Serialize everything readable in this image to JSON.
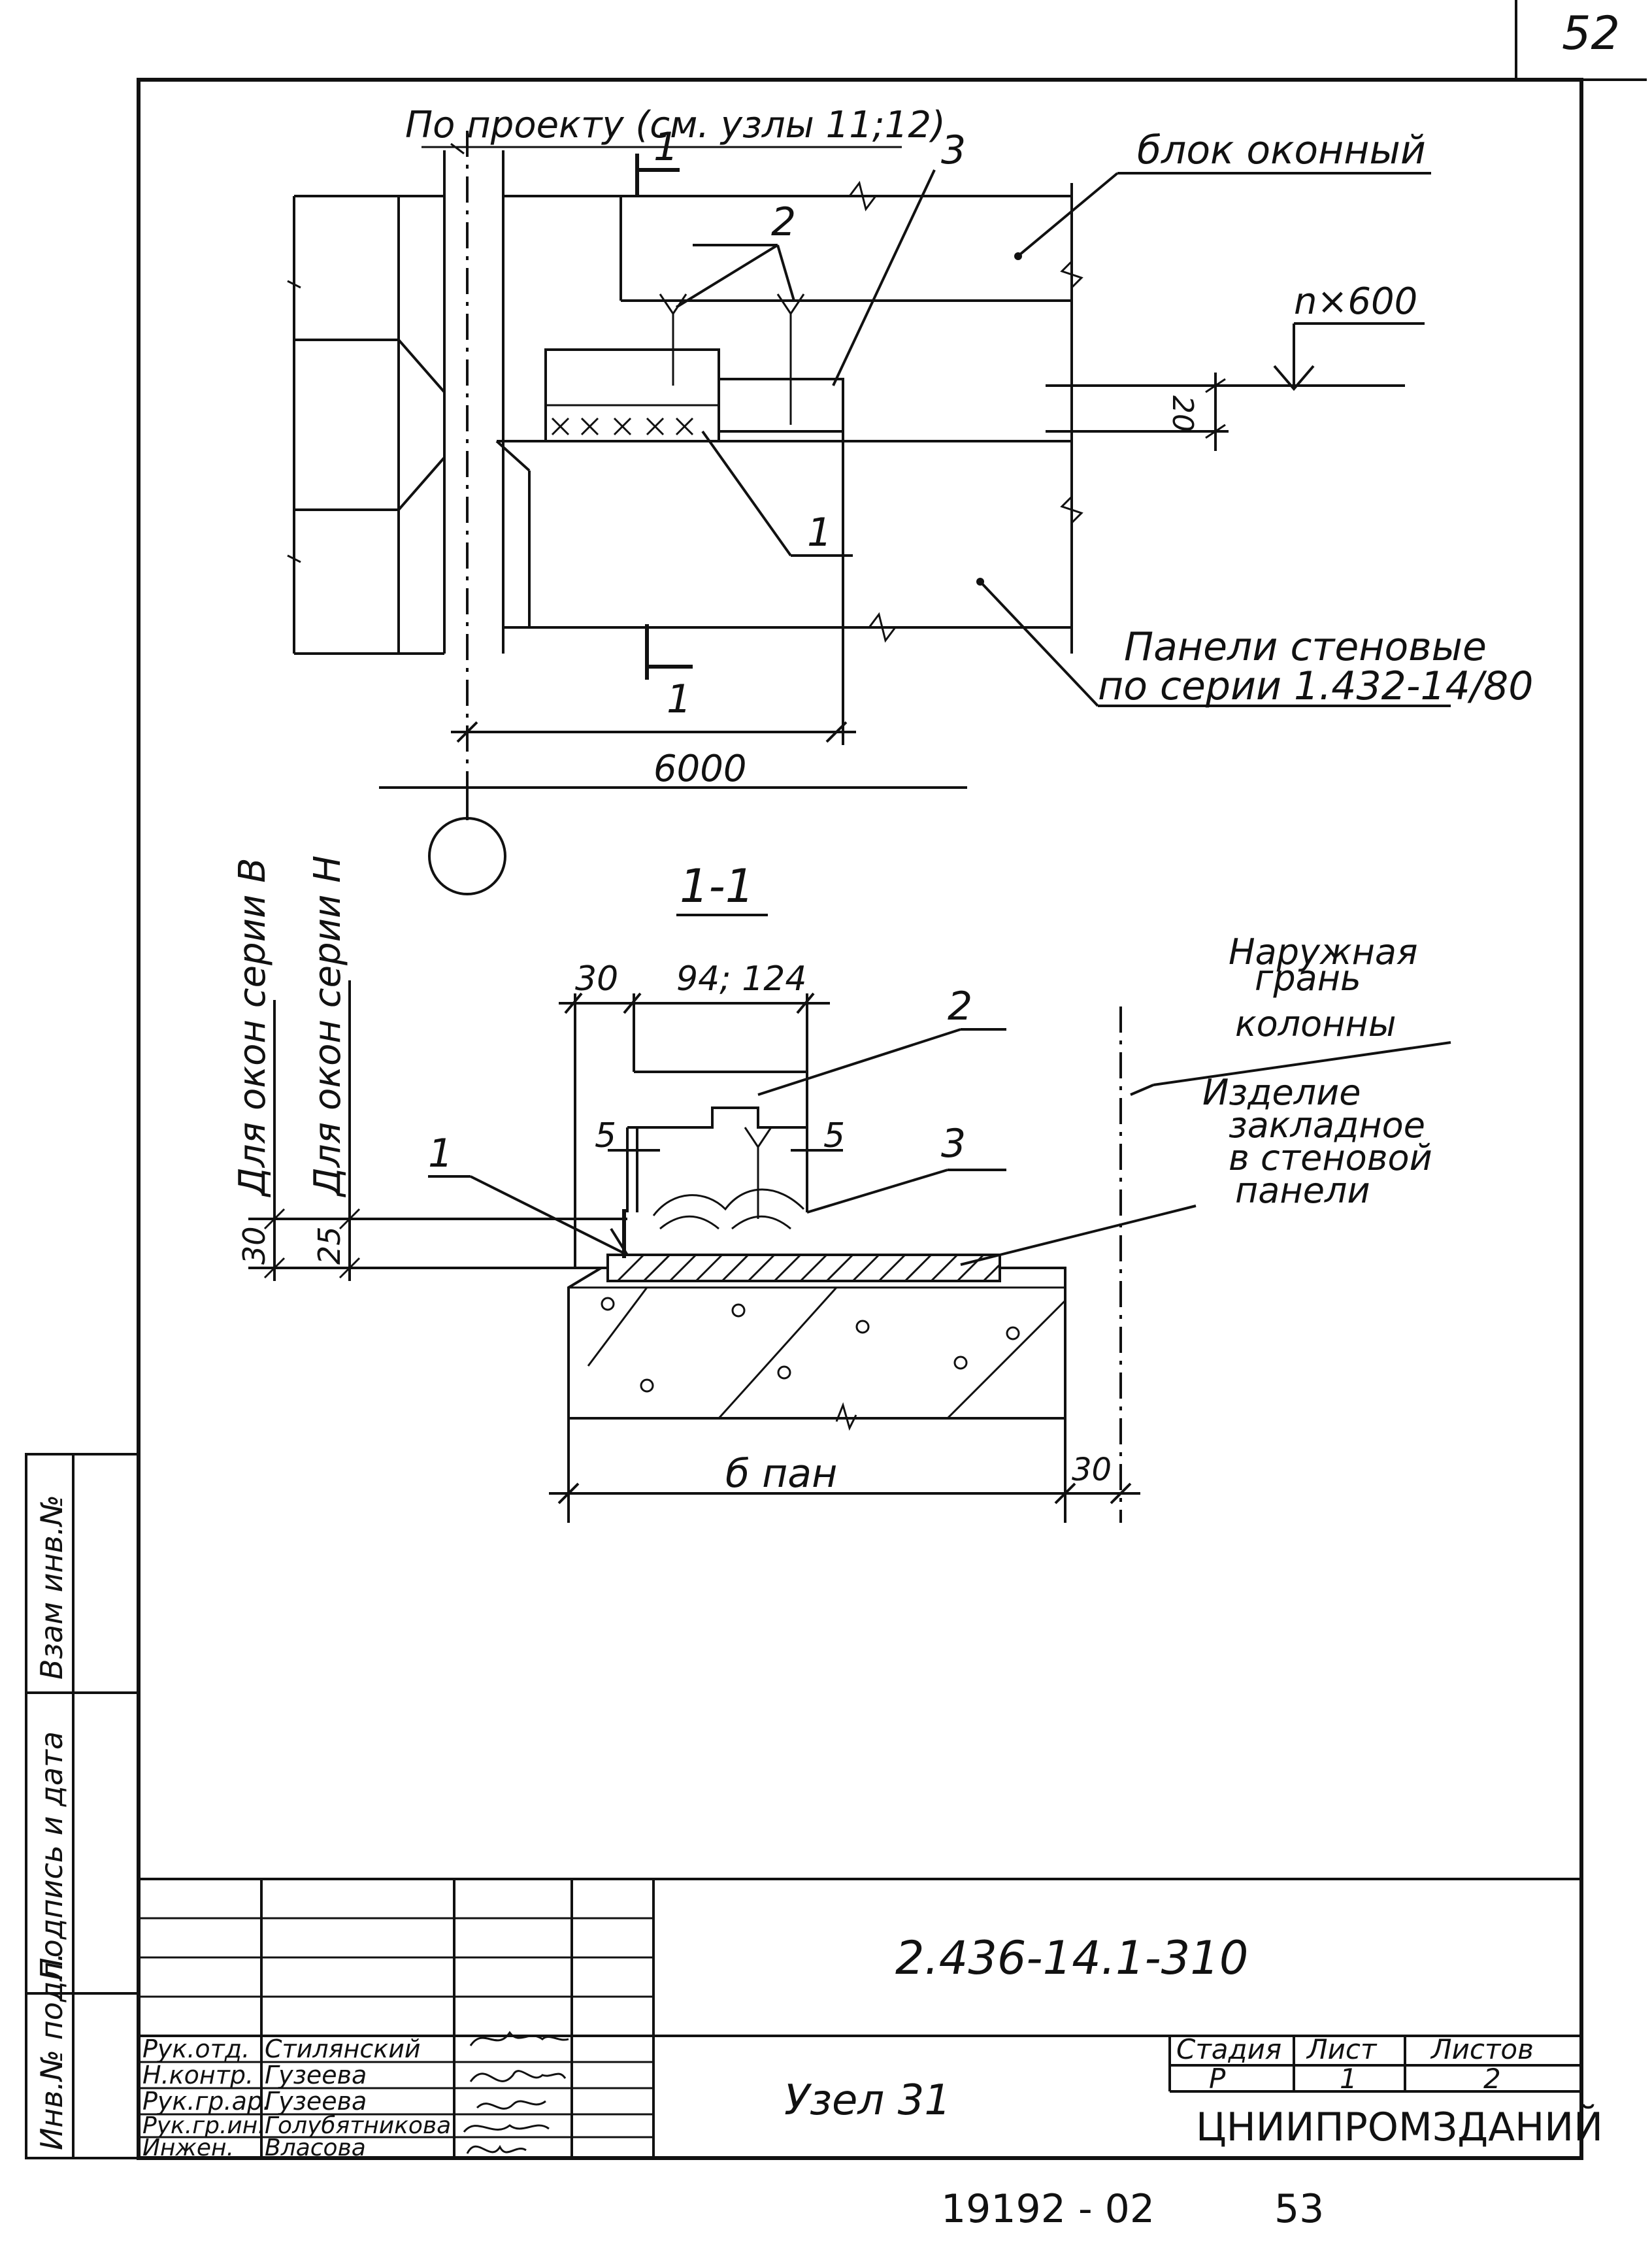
{
  "page_number": "52",
  "plan": {
    "callout_project": "По проекту (см. узлы 11;12)",
    "callout_window_block": "блок оконный",
    "callout_panels_line1": "Панели стеновые",
    "callout_panels_line2": "по серии 1.432-14/80",
    "dim_n600": "n×600",
    "dim_20": "20",
    "dim_6000": "6000",
    "marker_1": "1",
    "marker_2": "2",
    "marker_3": "3",
    "section_mark_top": "1",
    "section_mark_bottom": "1"
  },
  "section": {
    "title": "1-1",
    "dim_30_top": "30",
    "dim_94_124": "94; 124",
    "dim_5_left": "5",
    "dim_5_right": "5",
    "dim_30_left": "30",
    "dim_25_left": "25",
    "dim_b_pan": "б пан",
    "dim_30_right": "30",
    "vertical_label_v": "Для окон серии В",
    "vertical_label_n": "Для окон серии Н",
    "callout_column_line1": "Наружная",
    "callout_column_line2": "грань",
    "callout_column_line3": "колонны",
    "callout_embed_line1": "Изделие",
    "callout_embed_line2": "закладное",
    "callout_embed_line3": "в стеновой",
    "callout_embed_line4": "панели",
    "marker_1": "1",
    "marker_2": "2",
    "marker_3": "3"
  },
  "side_stamp": {
    "inv_original": "Инв.№ подл.",
    "sign_date": "Подпись и дата",
    "replace_inv": "Взам инв.№"
  },
  "title_block": {
    "doc_code": "2.436-14.1-310",
    "title": "Узел 31",
    "stage_header": "Стадия",
    "sheet_header": "Лист",
    "sheets_header": "Листов",
    "stage_value": "Р",
    "sheet_value": "1",
    "sheets_value": "2",
    "organization": "ЦНИИПРОМЗДАНИЙ",
    "rows": [
      {
        "role": "Рук.отд.",
        "name": "Стилянский"
      },
      {
        "role": "Н.контр.",
        "name": "Гузеева"
      },
      {
        "role": "Рук.гр.ар.",
        "name": "Гузеева"
      },
      {
        "role": "Рук.гр.ин.",
        "name": "Голубятникова"
      },
      {
        "role": "Инжен.",
        "name": "Власова"
      }
    ]
  },
  "footer": {
    "archive_number": "19192 - 02",
    "page": "53"
  }
}
